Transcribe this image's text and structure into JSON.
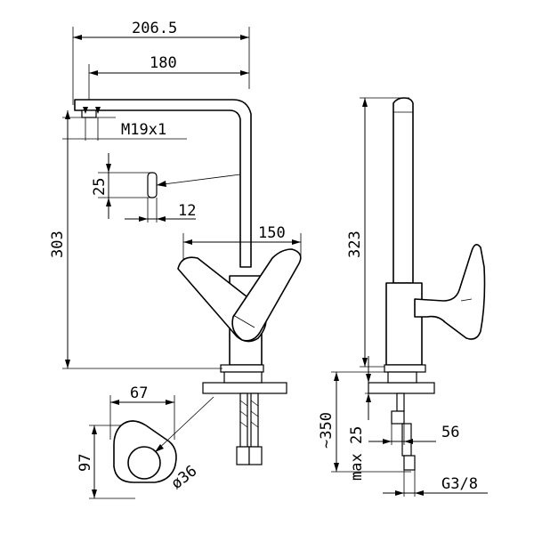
{
  "drawing": {
    "front": {
      "overall_width": "206.5",
      "spout_reach": "180",
      "thread": "M19x1",
      "aerator_height": "25",
      "aerator_width": "12",
      "lever_span": "150",
      "height": "303"
    },
    "base": {
      "width": "67",
      "depth": "97",
      "hole": "ø36"
    },
    "side": {
      "height": "323",
      "max_thickness": "max 25",
      "hose_length": "~350",
      "hose_diameter": "56",
      "connection": "G3/8"
    }
  }
}
